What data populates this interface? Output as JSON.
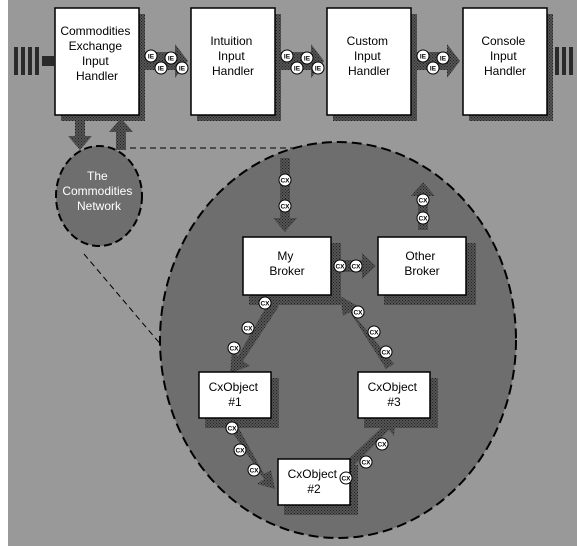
{
  "handlers": [
    {
      "lines": [
        "Commodities",
        "Exchange",
        "Input",
        "Handler"
      ]
    },
    {
      "lines": [
        "Intuition",
        "Input",
        "Handler"
      ]
    },
    {
      "lines": [
        "Custom",
        "Input",
        "Handler"
      ]
    },
    {
      "lines": [
        "Console",
        "Input",
        "Handler"
      ]
    }
  ],
  "network": {
    "lines": [
      "The",
      "Commodities",
      "Network"
    ]
  },
  "nodes": {
    "my_broker": {
      "lines": [
        "My",
        "Broker"
      ]
    },
    "other_broker": {
      "lines": [
        "Other",
        "Broker"
      ]
    },
    "cxobject_1": {
      "lines": [
        "CxObject",
        "#1"
      ]
    },
    "cxobject_2": {
      "lines": [
        "CxObject",
        "#2"
      ]
    },
    "cxobject_3": {
      "lines": [
        "CxObject",
        "#3"
      ]
    }
  },
  "tokens": {
    "input_event": "IE",
    "commodities_message": "CX"
  },
  "colors": {
    "background": "#999999",
    "network": "#6e6e6e",
    "box_fill": "#ffffff",
    "outline": "#000000"
  }
}
